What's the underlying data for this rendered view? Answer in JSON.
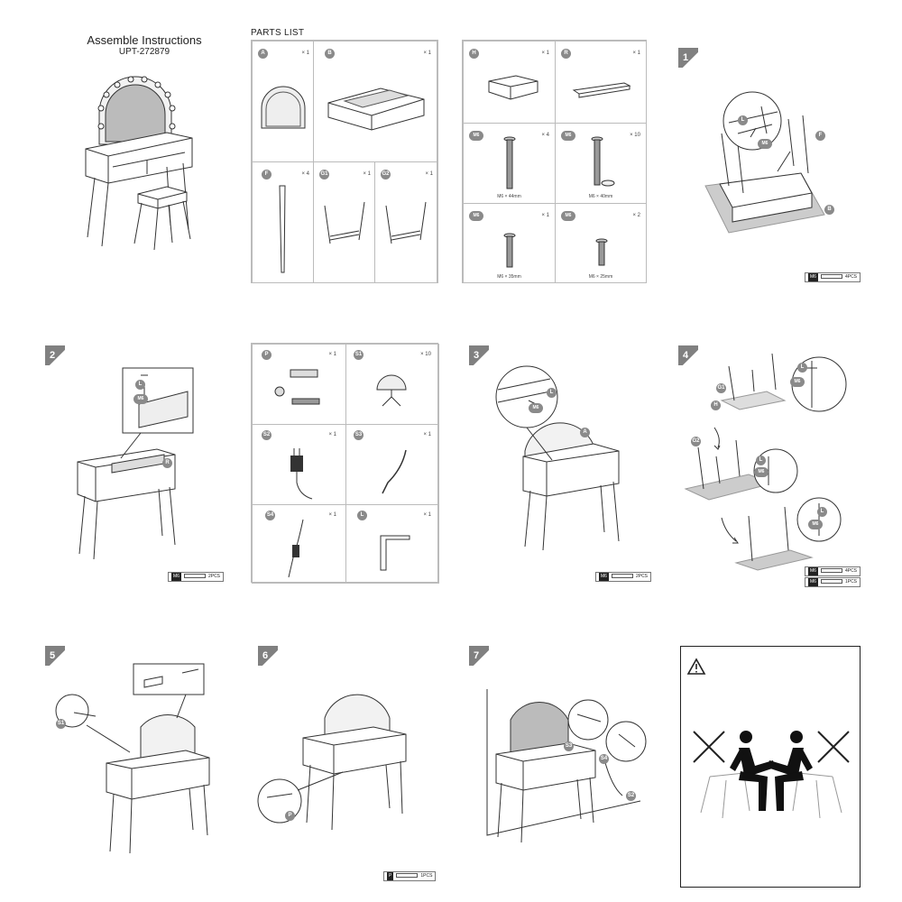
{
  "cover": {
    "title": "Assemble Instructions",
    "model": "UPT-272879"
  },
  "parts_list": {
    "title": "PARTS LIST",
    "group1": [
      {
        "letter": "A",
        "qty": "× 1"
      },
      {
        "letter": "B",
        "qty": "× 1"
      },
      {
        "letter": "F",
        "qty": "× 4"
      },
      {
        "letter": "G1",
        "qty": "× 1"
      },
      {
        "letter": "G2",
        "qty": "× 1"
      }
    ],
    "group2": [
      {
        "letter": "H",
        "qty": "× 1"
      },
      {
        "letter": "R",
        "qty": "× 1"
      },
      {
        "letter": "M6",
        "qty": "× 4",
        "size": "M6 × 44mm"
      },
      {
        "letter": "M6",
        "qty": "× 10",
        "size": "M6 × 40mm"
      },
      {
        "letter": "M6",
        "qty": "× 1",
        "size": "M6 × 35mm"
      },
      {
        "letter": "M6",
        "qty": "× 2",
        "size": "M6 × 25mm"
      }
    ],
    "group3": [
      {
        "letter": "P",
        "qty": "× 1"
      },
      {
        "letter": "S1",
        "qty": "× 10"
      },
      {
        "letter": "S2",
        "qty": "× 1"
      },
      {
        "letter": "S3",
        "qty": "× 1"
      },
      {
        "letter": "S4",
        "qty": "× 1"
      },
      {
        "letter": "L",
        "qty": "× 1"
      }
    ]
  },
  "steps": [
    {
      "number": "1",
      "labels": [
        "L",
        "M6",
        "F",
        "B"
      ],
      "hardware": {
        "tag": "M6",
        "count": "4PCS"
      }
    },
    {
      "number": "2",
      "labels": [
        "L",
        "M6",
        "R"
      ],
      "hardware": {
        "tag": "M6",
        "count": "2PCS"
      }
    },
    {
      "number": "3",
      "labels": [
        "L",
        "M6",
        "A"
      ],
      "hardware": {
        "tag": "M6",
        "count": "2PCS"
      }
    },
    {
      "number": "4",
      "labels": [
        "G1",
        "H",
        "L",
        "M6",
        "G2",
        "L",
        "M6",
        "L",
        "M6"
      ],
      "hardware": [
        {
          "tag": "M6",
          "count": "4PCS"
        },
        {
          "tag": "M6",
          "count": "1PCS"
        }
      ]
    },
    {
      "number": "5",
      "labels": [
        "S1"
      ]
    },
    {
      "number": "6",
      "labels": [
        "P"
      ],
      "hardware": {
        "tag": "P",
        "count": "1PCS"
      }
    },
    {
      "number": "7",
      "labels": [
        "S3",
        "S4",
        "S2"
      ]
    }
  ],
  "icons": {
    "warning": "warning-triangle-icon",
    "no_sit": "no-sitting-icon"
  },
  "colors": {
    "badge": "#8a8a8a",
    "step": "#808080",
    "line": "#333333"
  }
}
